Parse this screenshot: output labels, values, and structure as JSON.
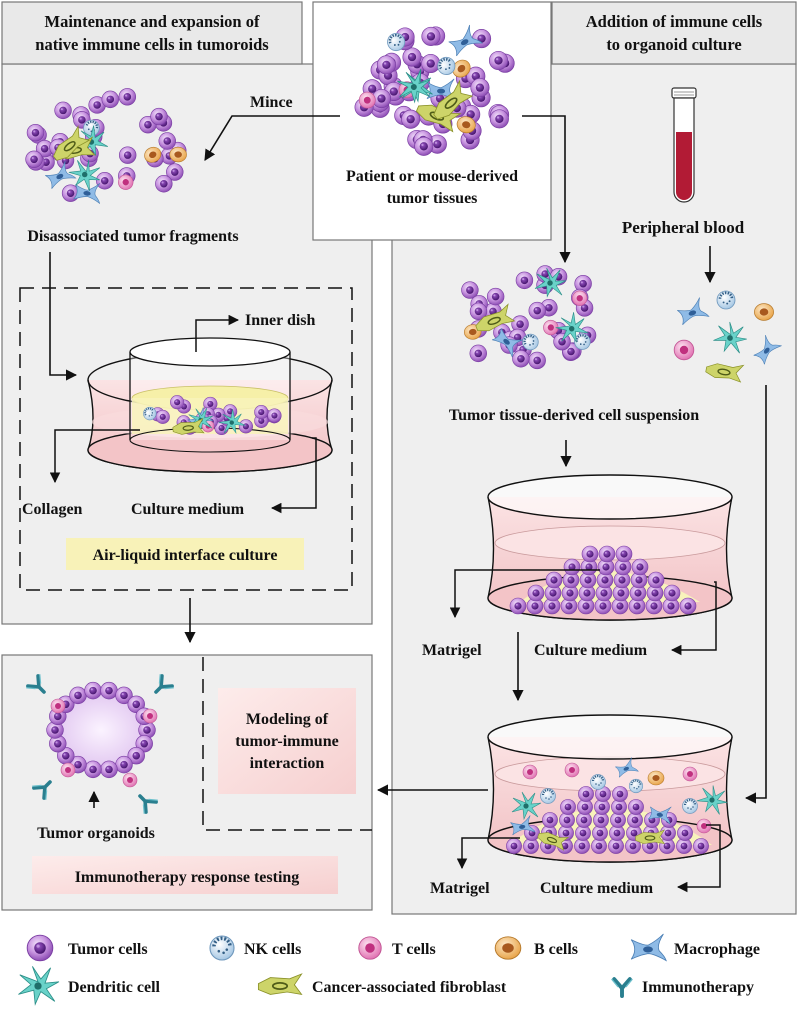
{
  "panels": {
    "left_title_1": "Maintenance and expansion of",
    "left_title_2": "native immune cells in tumoroids",
    "right_title_1": "Addition of immune cells",
    "right_title_2": "to organoid culture"
  },
  "labels": {
    "mince": "Mince",
    "source_1": "Patient or mouse-derived",
    "source_2": "tumor tissues",
    "fragments": "Disassociated tumor fragments",
    "inner_dish": "Inner dish",
    "collagen": "Collagen",
    "culture_medium_ali": "Culture medium",
    "ali": "Air-liquid interface culture",
    "blood": "Peripheral blood",
    "suspension": "Tumor tissue-derived cell suspension",
    "matrigel_1": "Matrigel",
    "culture_medium_1": "Culture medium",
    "matrigel_2": "Matrigel",
    "culture_medium_2": "Culture medium",
    "modeling_1": "Modeling of",
    "modeling_2": "tumor-immune",
    "modeling_3": "interaction",
    "organoids": "Tumor organoids",
    "immunotherapy_testing": "Immunotherapy response testing"
  },
  "legend": [
    {
      "icon": "tumor-cell-icon",
      "label": "Tumor cells"
    },
    {
      "icon": "nk-cell-icon",
      "label": "NK cells"
    },
    {
      "icon": "t-cell-icon",
      "label": "T cells"
    },
    {
      "icon": "b-cell-icon",
      "label": "B cells"
    },
    {
      "icon": "macrophage-icon",
      "label": "Macrophage"
    },
    {
      "icon": "dendritic-cell-icon",
      "label": "Dendritic cell"
    },
    {
      "icon": "fibroblast-icon",
      "label": "Cancer-associated fibroblast"
    },
    {
      "icon": "antibody-icon",
      "label": "Immunotherapy"
    }
  ],
  "colors": {
    "panel_bg": "#efefef",
    "panel_border": "#777777",
    "tumor_cell": "#b77fd6",
    "tumor_nucleus": "#5a1a8a",
    "t_cell": "#e98bc4",
    "b_cell": "#f0b15b",
    "macrophage": "#7aaee0",
    "dendritic": "#5ec8c0",
    "fibroblast": "#c7cf57",
    "antibody": "#2a7f8f",
    "medium": "#f7d4d6",
    "ali_label_bg": "#f8f2b8",
    "pink_label_bg": "#f9d9d8"
  }
}
